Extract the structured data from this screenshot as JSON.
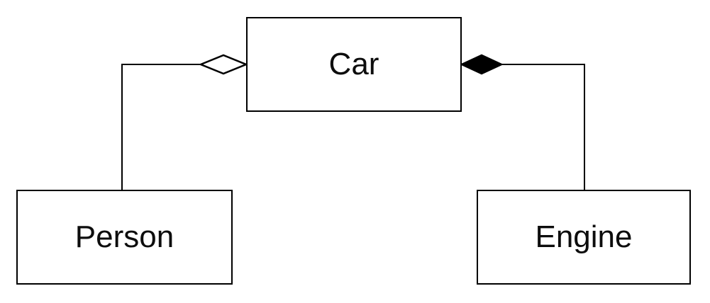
{
  "diagram": {
    "kind": "uml-class-diagram",
    "background_color": "#ffffff",
    "stroke_color": "#000000",
    "text_color": "#0d0d0d",
    "nodes": [
      {
        "id": "car",
        "label": "Car"
      },
      {
        "id": "person",
        "label": "Person"
      },
      {
        "id": "engine",
        "label": "Engine"
      }
    ],
    "edges": [
      {
        "from": "person",
        "to": "car",
        "type": "aggregation",
        "diamond": "hollow",
        "diamond_fill": "#ffffff",
        "diamond_at": "car-left-edge"
      },
      {
        "from": "engine",
        "to": "car",
        "type": "composition",
        "diamond": "filled",
        "diamond_fill": "#000000",
        "diamond_at": "car-right-edge"
      }
    ]
  }
}
